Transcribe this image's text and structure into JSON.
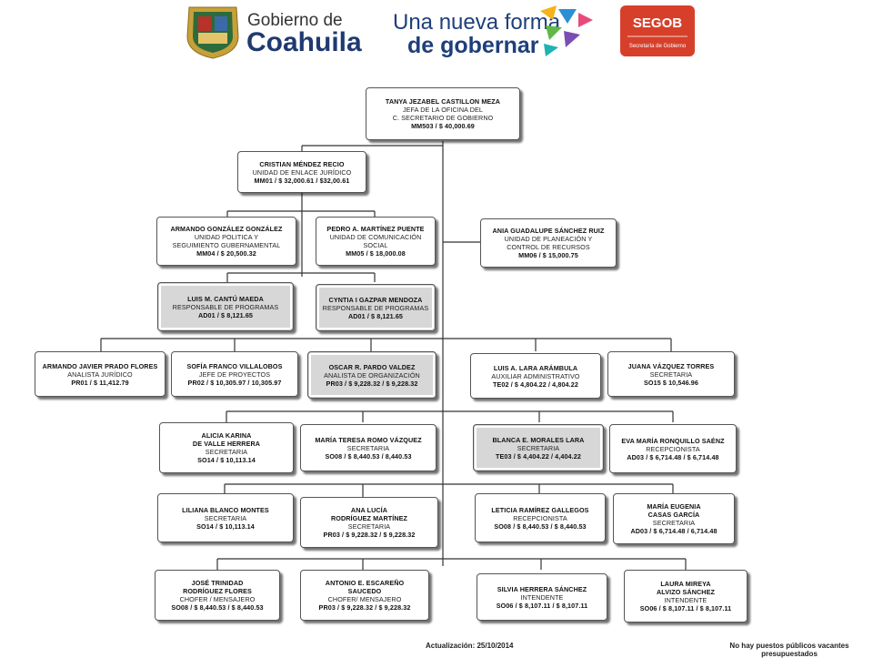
{
  "header": {
    "gov_line1": "Gobierno de",
    "gov_line2": "Coahuila",
    "slogan_line1": "Una nueva forma",
    "slogan_line2": "de gobernar",
    "segob_title": "SEGOB",
    "segob_sub": "Secretaría de Gobierno"
  },
  "boxes": {
    "root": [
      "TANYA JEZABEL CASTILLON MEZA",
      "JEFA DE LA OFICINA DEL",
      "C. SECRETARIO DE GOBIERNO",
      "MM503 / $ 40,000.69"
    ],
    "cristian": [
      "CRISTIAN MÉNDEZ RECIO",
      "UNIDAD DE ENLACE JURÍDICO",
      "MM01 / $ 32,000.61 / $32,00.61"
    ],
    "armando_g": [
      "ARMANDO GONZÁLEZ GONZÁLEZ",
      "UNIDAD POLITICA Y",
      "SEGUIMIENTO GUBERNAMENTAL",
      "MM04 / $ 20,500.32"
    ],
    "pedro": [
      "PEDRO A. MARTÍNEZ PUENTE",
      "UNIDAD DE COMUNICACIÓN",
      "SOCIAL",
      "MM05 / $ 18,000.08"
    ],
    "ania": [
      "ANIA GUADALUPE SÁNCHEZ RUIZ",
      "UNIDAD DE PLANEACIÓN Y",
      "CONTROL DE RECURSOS",
      "MM06 / $ 15,000.75"
    ],
    "luis_cantu": [
      "LUIS M. CANTÚ MAEDA",
      "RESPONSABLE DE PROGRAMAS",
      "AD01 / $ 8,121.65"
    ],
    "cyntia": [
      "CYNTIA I GAZPAR MENDOZA",
      "RESPONSABLE DE PROGRAMAS",
      "AD01 / $ 8,121.65"
    ],
    "armando_p": [
      "ARMANDO JAVIER PRADO FLORES",
      "ANALISTA JURÍDICO",
      "PR01 / $ 11,412.79"
    ],
    "sofia": [
      "SOFÍA FRANCO VILLALOBOS",
      "JEFE DE PROYECTOS",
      "PR02 / $ 10,305.97 / 10,305.97"
    ],
    "oscar": [
      "OSCAR R. PARDO VALDEZ",
      "ANALISTA DE ORGANIZACIÓN",
      "PR03 / $ 9,228.32 / $ 9,228.32"
    ],
    "luis_lara": [
      "LUIS A. LARA ARÁMBULA",
      "AUXILIAR ADMINISTRATIVO",
      "TE02 / $ 4,804.22 / 4,804.22"
    ],
    "juana": [
      "JUANA VÁZQUEZ TORRES",
      "SECRETARIA",
      "SO15 $ 10,546.96"
    ],
    "alicia": [
      "ALICIA KARINA",
      "DE VALLE HERRERA",
      "SECRETARIA",
      "SO14 / $ 10,113.14"
    ],
    "maria_teresa": [
      "MARÍA TERESA ROMO VÁZQUEZ",
      "SECRETARIA",
      "SO08 / $ 8,440.53 / 8,440.53"
    ],
    "blanca": [
      "BLANCA E. MORALES LARA",
      "SECRETARIA",
      "TE03 / $ 4,404.22 / 4,404.22"
    ],
    "eva": [
      "EVA MARÍA RONQUILLO SAÉNZ",
      "RECEPCIONISTA",
      "AD03 / $ 6,714.48 / $ 6,714.48"
    ],
    "liliana": [
      "LILIANA BLANCO MONTES",
      "SECRETARIA",
      "SO14 / $ 10,113.14"
    ],
    "ana": [
      "ANA LUCÍA",
      "RODRÍGUEZ MARTÍNEZ",
      "SECRETARIA",
      "PR03 / $ 9,228.32 / $ 9,228.32"
    ],
    "leticia": [
      "LETICIA RAMÍREZ GALLEGOS",
      "RECEPCIONISTA",
      "SO08 / $ 8,440.53 / $ 8,440.53"
    ],
    "maria_eugenia": [
      "MARÍA EUGENIA",
      "CASAS GARCÍA",
      "SECRETARIA",
      "AD03 / $ 6,714.48 / 6,714.48"
    ],
    "jose": [
      "JOSÉ TRINIDAD",
      "RODRÍGUEZ FLORES",
      "CHOFER / MENSAJERO",
      "SO08 / $ 8,440.53 / $ 8,440.53"
    ],
    "antonio": [
      "ANTONIO E. ESCAREÑO",
      "SAUCEDO",
      "CHOFER/ MENSAJERO",
      "PR03 / $ 9,228.32 / $ 9,228.32"
    ],
    "silvia": [
      "SILVIA HERRERA SÁNCHEZ",
      "INTENDENTE",
      "SO06 / $ 8,107.11 / $ 8,107.11"
    ],
    "laura": [
      "LAURA MIREYA",
      "ALVIZO SÁNCHEZ",
      "INTENDENTE",
      "SO06 / $ 8,107.11 / $ 8,107.11"
    ]
  },
  "footer": {
    "date": "Actualización: 25/10/2014",
    "note_line1": "No hay puestos públicos vacantes",
    "note_line2": "presupuestados"
  },
  "colors": {
    "coahuila_blue": "#1f3a70",
    "slogan_blue": "#1e3f7a",
    "segob_red": "#d6402b",
    "shield_gold": "#c8a038",
    "box_gray": "#d7d7d7"
  }
}
